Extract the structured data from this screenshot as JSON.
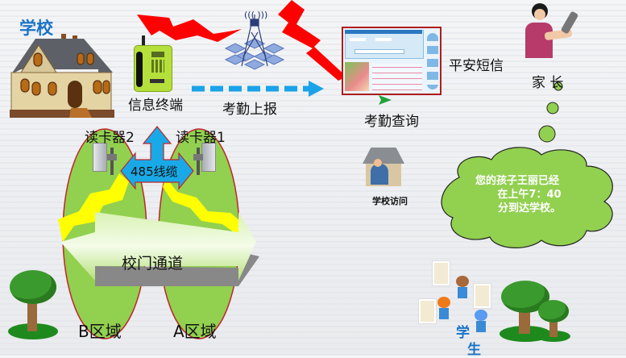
{
  "title": "学校",
  "nodes": {
    "terminal": {
      "label": "信息终端"
    },
    "report": {
      "label": "考勤上报"
    },
    "query": {
      "label": "考勤查询"
    },
    "sms": {
      "label": "平安短信"
    },
    "parent": {
      "label": "家 长"
    },
    "school_visit": {
      "label": "学校访问"
    },
    "reader2": {
      "label": "读卡器2"
    },
    "reader1": {
      "label": "读卡器1"
    },
    "cable": {
      "label": "485线缆"
    },
    "gate": {
      "label": "校门通道"
    },
    "zone_b": {
      "label": "B区域"
    },
    "zone_a": {
      "label": "A区域"
    },
    "students": {
      "label_line1": "学",
      "label_line2": "生"
    }
  },
  "message": {
    "line1": "您的孩子王丽已经",
    "line2": "在上午7：40",
    "line3": "分到达学校。"
  },
  "colors": {
    "title_blue": "#1a73c7",
    "zone_green": "#92d050",
    "bubble_green": "#92d050",
    "lightning_red": "#ff0000",
    "signal_yellow": "#ffff00",
    "cable_blue": "#19a9e6",
    "dashed_arrow": "#1aa3e8",
    "students_blue": "#1a73c7"
  }
}
